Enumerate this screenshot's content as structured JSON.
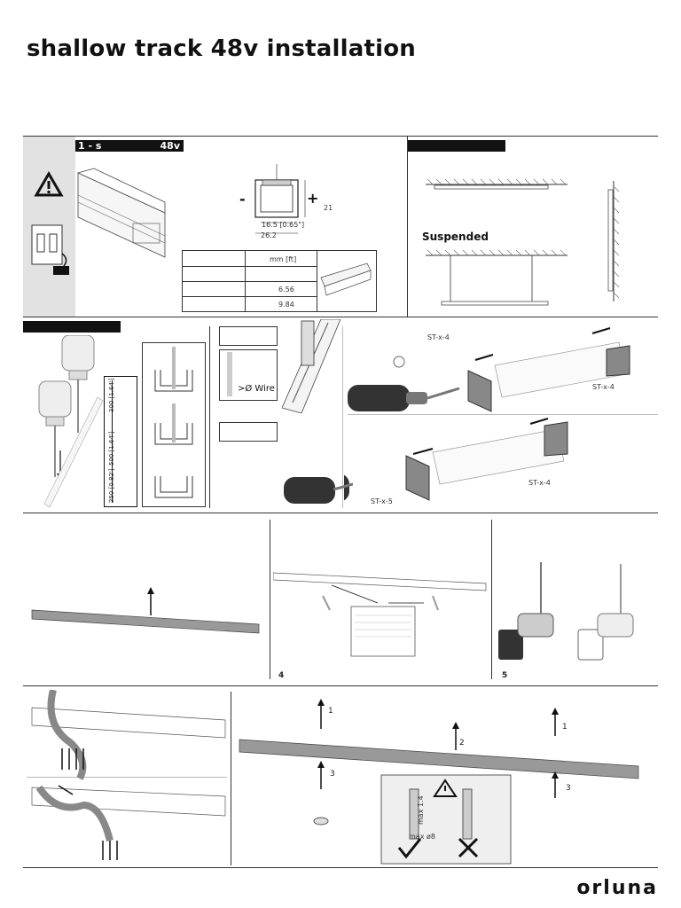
{
  "title": "shallow track 48v installation",
  "section1": {
    "bar_left": "1 - s",
    "bar_right": "48v",
    "profile_minus": "-",
    "profile_plus": "+",
    "dim_height": "21",
    "dim_inner": "16.5 [0.65\"]",
    "dim_width": "26.2",
    "table_header": "mm [ft]",
    "table_rows": [
      "",
      "6.56",
      "9.84"
    ]
  },
  "section2": {
    "suspended_label": "Suspended"
  },
  "section3": {
    "spacing_labels": [
      "300 [1.64']",
      "500 [1.64']",
      "250 [0.82']"
    ],
    "wire_label": ">Ø Wire",
    "screw_labels": [
      "ST-x-4",
      "ST-x-4",
      "ST-x-5",
      "ST-x-4"
    ]
  },
  "section4": {
    "step_numbers": [
      "4",
      "5"
    ]
  },
  "section5": {
    "arrow_numbers": [
      "1",
      "2",
      "1",
      "3",
      "3"
    ],
    "max_depth": "max 1.4",
    "max_diameter": "max ø8"
  },
  "brand": "orluna"
}
